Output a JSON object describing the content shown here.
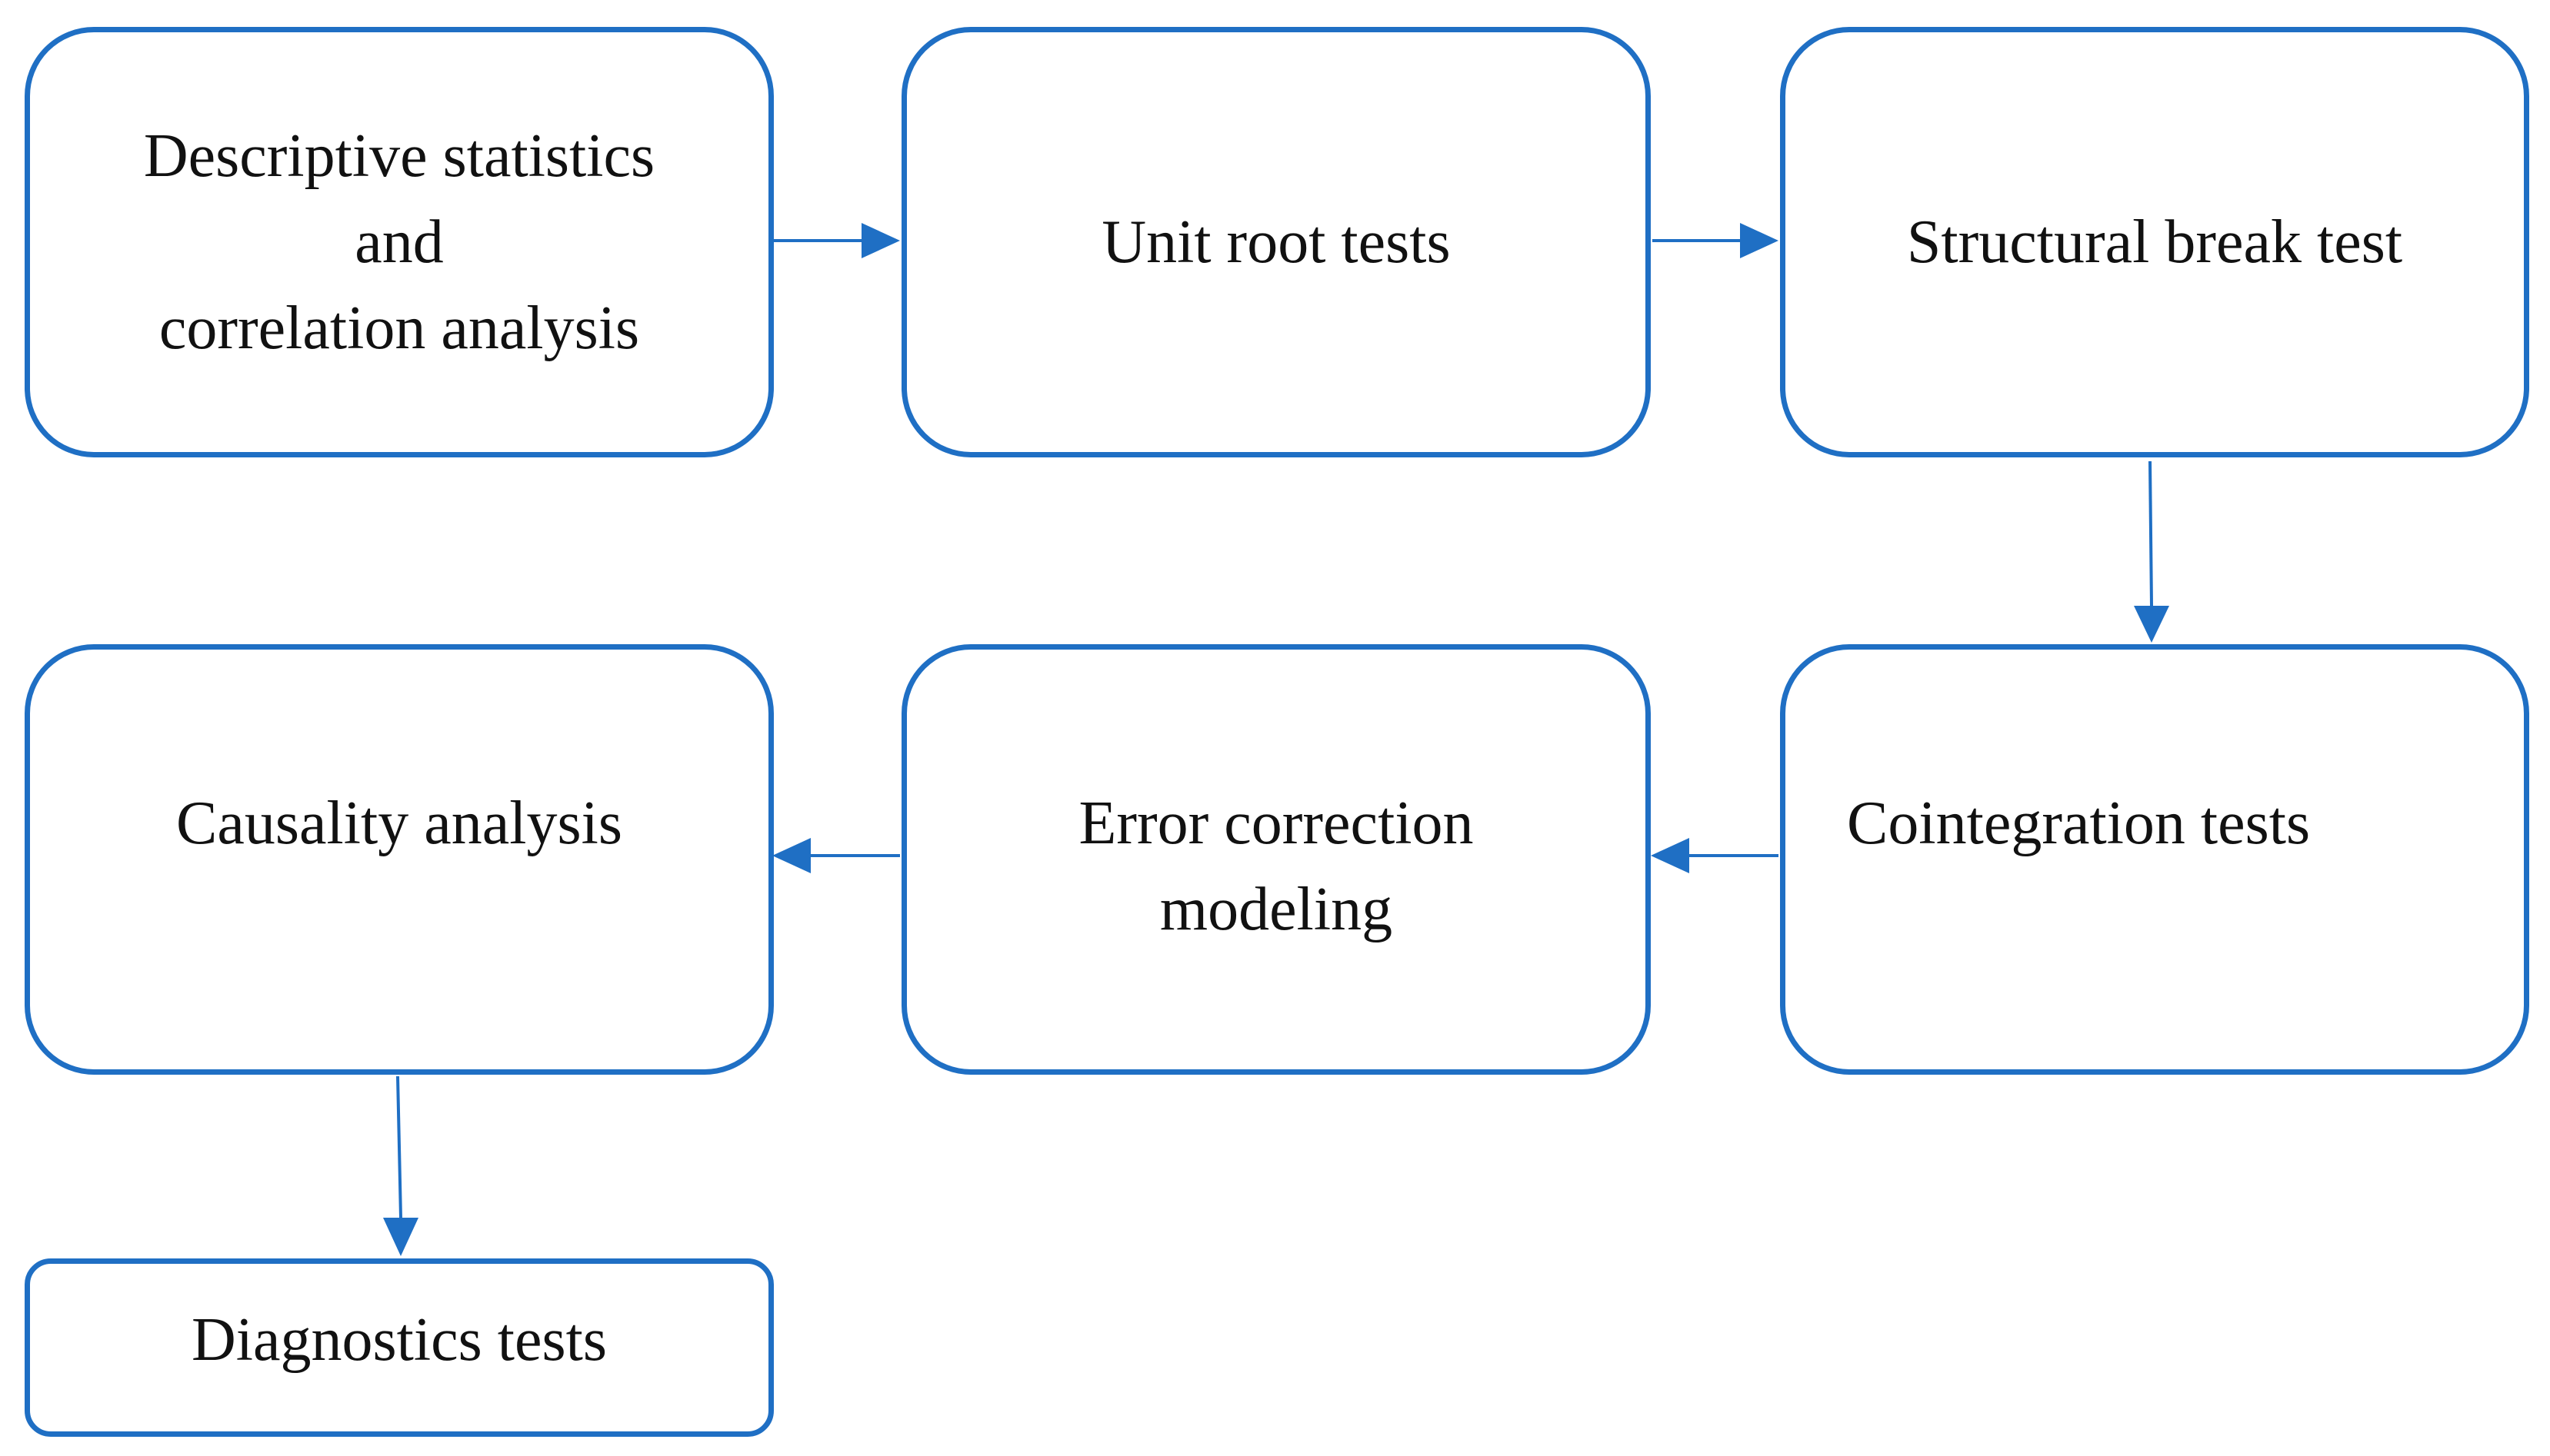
{
  "diagram": {
    "stroke_color": "#1f6fc4",
    "text_color": "#111111",
    "background": "#ffffff",
    "steps": {
      "descriptive": "Descriptive statistics\nand\ncorrelation analysis",
      "unit_root": "Unit root tests",
      "structural_break": "Structural break test",
      "cointegration": "Cointegration tests",
      "error_correction": "Error correction\nmodeling",
      "causality": "Causality analysis",
      "diagnostics": "Diagnostics tests"
    },
    "flow": [
      [
        "descriptive",
        "unit_root"
      ],
      [
        "unit_root",
        "structural_break"
      ],
      [
        "structural_break",
        "cointegration"
      ],
      [
        "cointegration",
        "error_correction"
      ],
      [
        "error_correction",
        "causality"
      ],
      [
        "causality",
        "diagnostics"
      ]
    ]
  }
}
